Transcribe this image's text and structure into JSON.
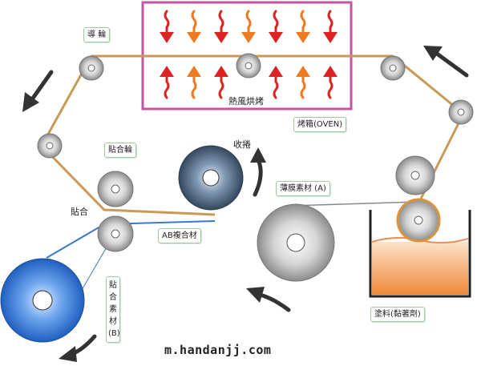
{
  "labels": {
    "guide_roller": "導 輪",
    "oven_caption": "熱風烘烤",
    "oven_name": "烤箱(OVEN)",
    "laminating_roller": "貼合輪",
    "laminating": "貼合",
    "winding": "收捲",
    "film_a": "薄膜素材 (A)",
    "ab_composite": "AB複合材",
    "material_b": "貼合素材(B)",
    "coating": "塗料(黏著劑)"
  },
  "footer": {
    "url": "m.handanjj.com"
  },
  "colors": {
    "oven_border": "#c2569f",
    "heat_red": "#dd2222",
    "heat_orange": "#ee7a22",
    "web_line": "#c89a55",
    "film_b_line": "#3a78c8",
    "tray_fill": "#f4a76a",
    "arrow": "#333333"
  }
}
